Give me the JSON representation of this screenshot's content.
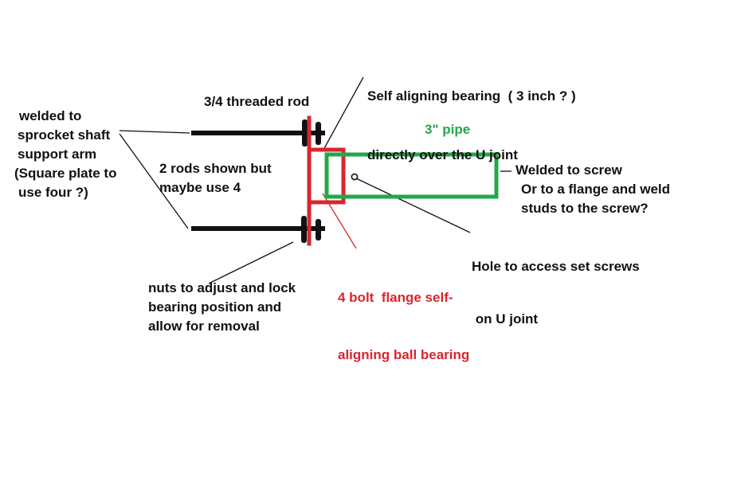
{
  "colors": {
    "ink": "#111111",
    "flange_red": "#d9262e",
    "pipe_green": "#22a848",
    "background": "#ffffff"
  },
  "labels": {
    "welded_arm": [
      "welded to",
      "sprocket shaft",
      "support arm",
      "(Square plate to",
      "use four ?)"
    ],
    "threaded_rod": "3/4 threaded rod",
    "rods_note": [
      "2 rods shown but",
      "maybe use 4"
    ],
    "bearing_note": [
      "Self aligning bearing  ( 3 inch ? )",
      "directly over the U joint"
    ],
    "pipe": "3\" pipe",
    "welded_screw": [
      "Welded to screw",
      "Or to a flange and weld",
      "studs to the screw?"
    ],
    "hole_note": [
      "Hole to access set screws",
      " on U joint"
    ],
    "flange_note": [
      "4 bolt  flange self-",
      "aligning ball bearing"
    ],
    "nuts_note": [
      "nuts to adjust and lock",
      "bearing position and",
      "allow for removal"
    ]
  }
}
